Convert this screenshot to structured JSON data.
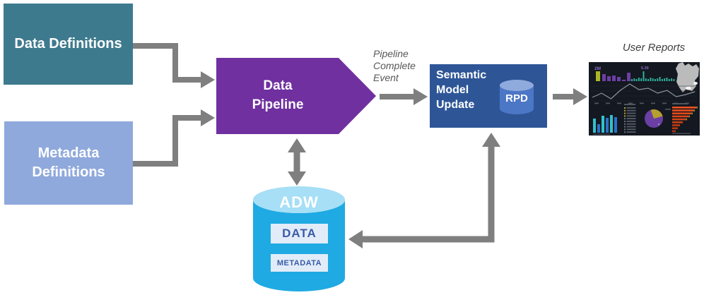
{
  "diagram": {
    "arrow_color": "#7F7F7F",
    "nodes": {
      "data_definitions": {
        "label": "Data Definitions",
        "bg": "#3E7A8E",
        "text_color": "#FFFFFF"
      },
      "metadata_definitions": {
        "lines": [
          "Metadata",
          "Definitions"
        ],
        "bg": "#8FA9DC",
        "text_color": "#FFFFFF"
      },
      "data_pipeline": {
        "lines": [
          "Data",
          "Pipeline"
        ],
        "bg": "#7030A0",
        "text_color": "#FFFFFF"
      },
      "semantic_model_update": {
        "lines": [
          "Semantic",
          "Model",
          "Update"
        ],
        "bg": "#2E5697",
        "text_color": "#FFFFFF"
      },
      "rpd": {
        "label": "RPD",
        "body_color": "#4C76C6",
        "top_color": "#8FAADC"
      },
      "adw": {
        "label": "ADW",
        "body_color": "#1FAAE3",
        "top_color": "#A6DFF6",
        "items": [
          {
            "label": "DATA"
          },
          {
            "label": "METADATA"
          }
        ],
        "chip_bg": "#E2ECF8",
        "chip_text_color": "#3A5BA8"
      }
    },
    "annotations": {
      "pipeline_complete_event": {
        "lines": [
          "Pipeline",
          "Complete",
          "Event"
        ],
        "color": "#575757"
      },
      "user_reports": {
        "label": "User Reports",
        "color": "#3F3F3F"
      }
    }
  },
  "user_reports_thumbnail": {
    "bg": "#141820",
    "metric_left": "2M",
    "metric_right": "5.30",
    "metric_color": "#8C6FC4",
    "colors": {
      "yellow_green_bar": "#A9B625",
      "purple_bars": "#6B3FA3",
      "teal_spark": "#2FAF9A",
      "line": "#8E959E",
      "grid": "#232830",
      "tick": "#4D545E",
      "group_bar_a": "#33C1CE",
      "group_bar_b": "#2B72C8",
      "pie_main": "#6B3FA3",
      "pie_slice": "#B5A02F",
      "list_text": "#565D68",
      "map": "#CACACA",
      "hbar_tick": "#E3C84B"
    },
    "top_yellow_bar_height": 14,
    "top_purple_bars": [
      10,
      7,
      8,
      6,
      2,
      12
    ],
    "sparkline": [
      3,
      4,
      3,
      5,
      4,
      14,
      4,
      3,
      5,
      4,
      3,
      4,
      6,
      3,
      4,
      5,
      3,
      4,
      3
    ],
    "line_points": [
      50,
      44,
      52,
      40,
      31,
      39,
      37,
      44,
      40,
      49,
      46,
      42
    ],
    "grouped_bars": [
      20,
      12,
      24,
      21,
      25,
      22
    ],
    "pie_slice_start_deg": -110,
    "pie_slice_end_deg": -15,
    "hbars": [
      34,
      30,
      27,
      23,
      19,
      15,
      11,
      8,
      5
    ],
    "hbar_colors": [
      "#F4511E",
      "#EF4E1C",
      "#E64A19",
      "#DD4717",
      "#D44315",
      "#CB3F13",
      "#C23B11",
      "#B9380F",
      "#B0340D"
    ]
  }
}
